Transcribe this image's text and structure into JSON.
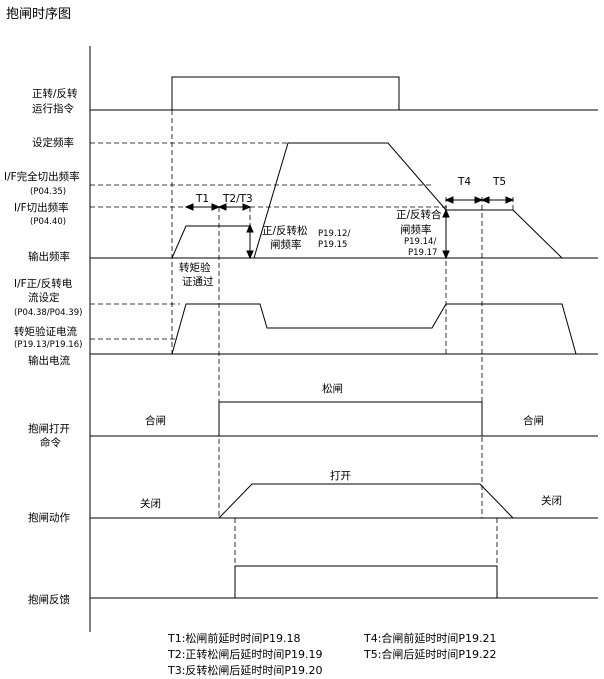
{
  "title": "抱闸时序图",
  "row_labels": {
    "run_cmd_1": "正转/反转",
    "run_cmd_2": "运行指令",
    "set_freq": "设定频率",
    "if_full_cut_freq": "I/F完全切出频率",
    "if_full_cut_param": "(P04.35)",
    "if_cut_freq": "I/F切出频率",
    "if_cut_param": "(P04.40)",
    "output_freq": "输出频率",
    "if_current_1": "I/F正/反转电",
    "if_current_2": "流设定",
    "if_current_param": "(P04.38/P04.39)",
    "torque_verify_current": "转矩验证电流",
    "torque_verify_param": "(P19.13/P19.16)",
    "output_current": "输出电流",
    "brake_open_cmd_1": "抱闸打开",
    "brake_open_cmd_2": "命令",
    "brake_action": "抱闸动作",
    "brake_feedback": "抱闸反馈"
  },
  "annotations": {
    "t1": "T1",
    "t2t3": "T2/T3",
    "t4": "T4",
    "t5": "T5",
    "torque_verify_1": "转矩验",
    "torque_verify_2": "证通过",
    "release_freq_1": "正/反转松",
    "release_freq_2": "闸频率",
    "release_freq_param_1": "P19.12/",
    "release_freq_param_2": "P19.15",
    "close_freq_1": "正/反转合",
    "close_freq_2": "闸频率",
    "close_freq_param_1": "P19.14/",
    "close_freq_param_2": "P19.17",
    "brake_close_left": "合闸",
    "brake_release": "松闸",
    "brake_close_right": "合闸",
    "action_closed_left": "关闭",
    "action_open": "打开",
    "action_closed_right": "关闭"
  },
  "legend": {
    "t1": "T1:松闸前延时时间P19.18",
    "t2": "T2:正转松闸后延时时间P19.19",
    "t3": "T3:反转松闸后延时时间P19.20",
    "t4": "T4:合闸前延时时间P19.21",
    "t5": "T5:合闸后延时时间P19.22"
  }
}
